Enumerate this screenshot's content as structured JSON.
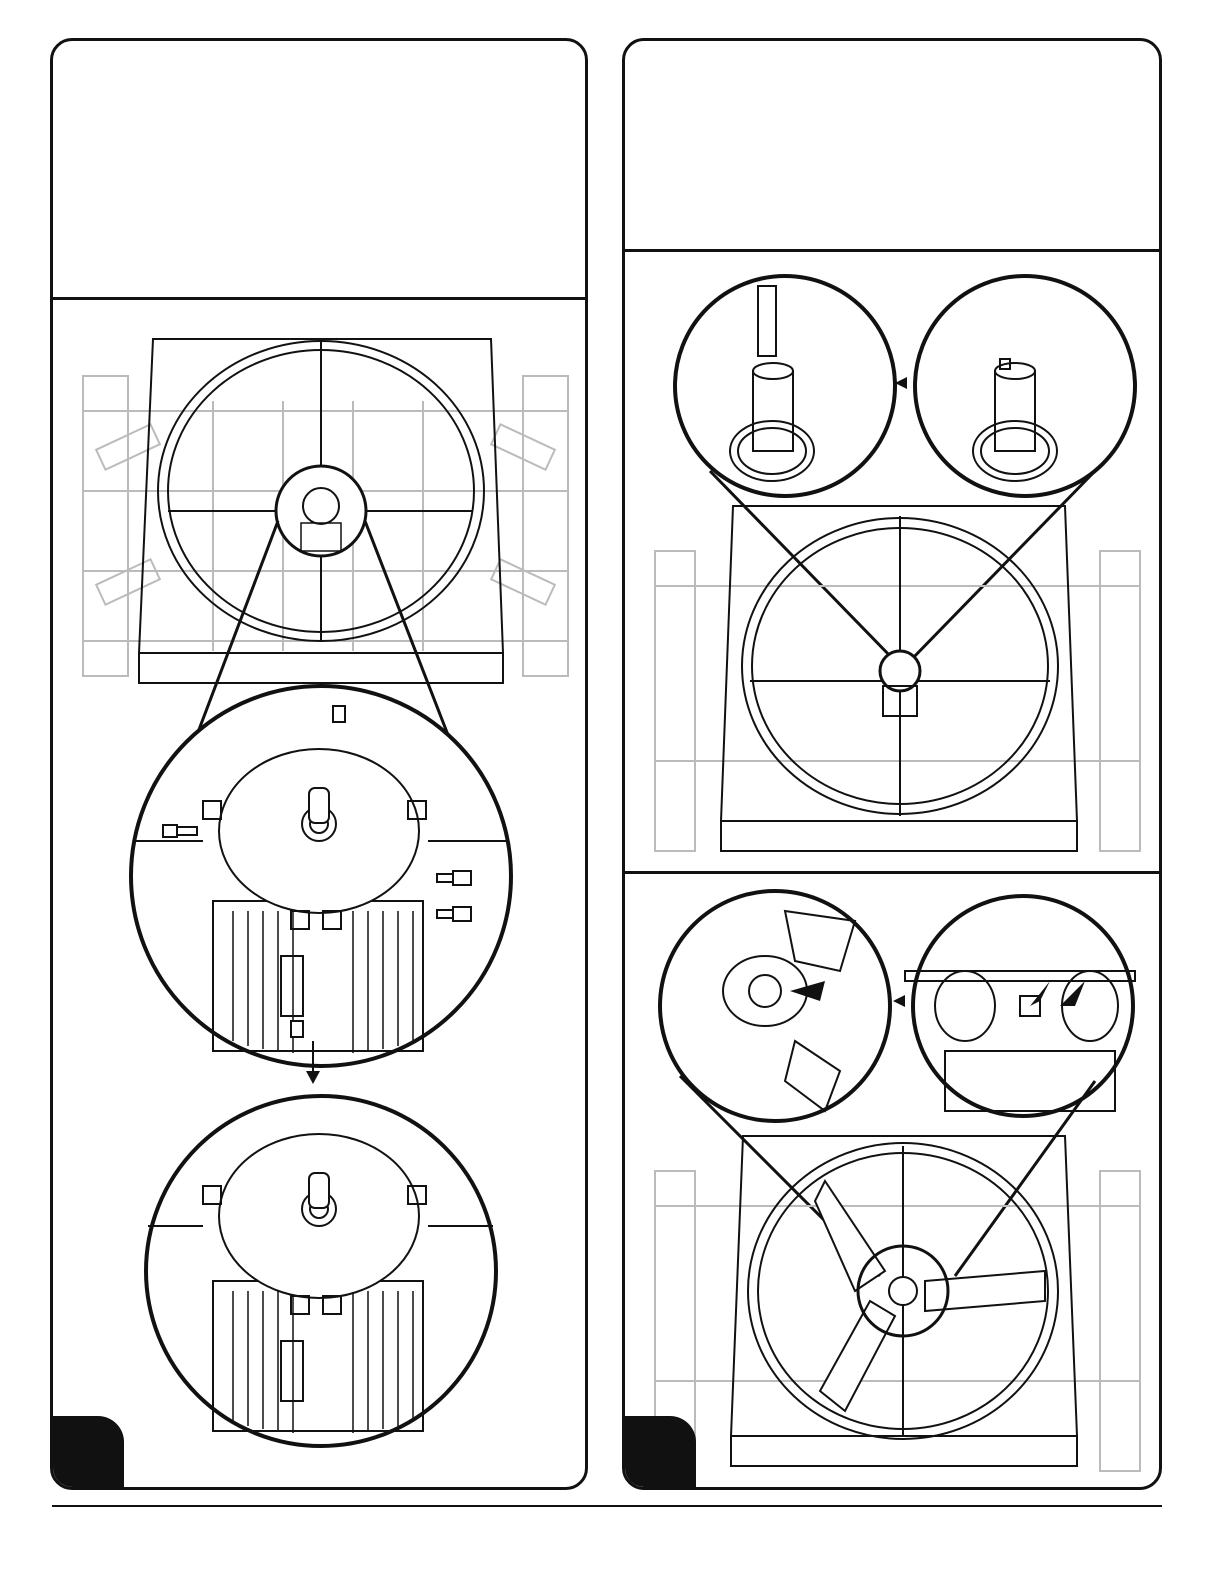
{
  "page": {
    "left_panel": {
      "instructions": "",
      "step_number": "",
      "illustration": "motor-mount-bolt-installation"
    },
    "right_panel": {
      "instructions": "",
      "step_number": "",
      "illustrations": [
        "shaft-key-installation",
        "fan-blade-hub-installation"
      ]
    }
  }
}
